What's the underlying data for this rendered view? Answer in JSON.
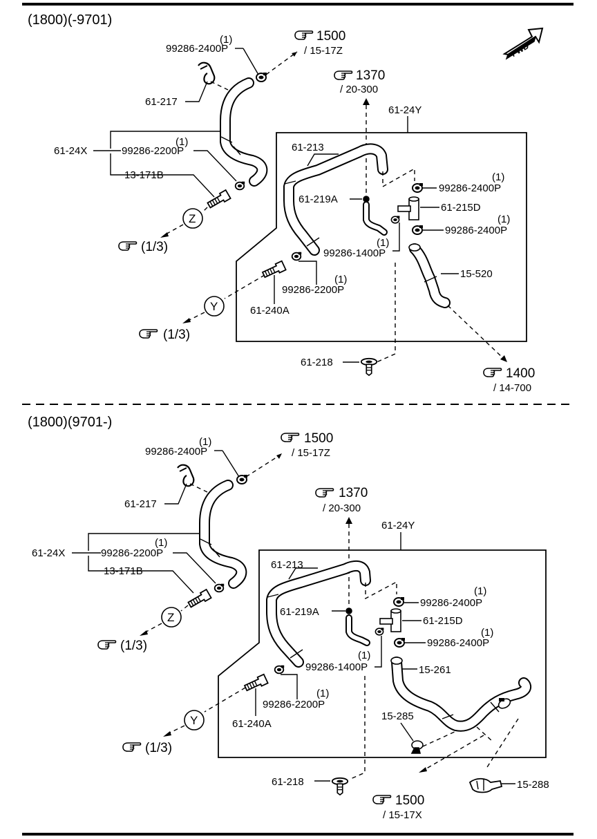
{
  "sections": [
    {
      "header": "(1800)(-9701)",
      "labels": {
        "clamp_top": "99286-2400P",
        "clamp_top_qty": "(1)",
        "bracket": "61-217",
        "hose_x": "61-24X",
        "clamp_x": "99286-2200P",
        "clamp_x_qty": "(1)",
        "fitting_x": "13-171B",
        "hose_y": "61-24Y",
        "hose_213": "61-213",
        "fitting_219a": "61-219A",
        "clamp_u1": "99286-2400P",
        "clamp_u1_qty": "(1)",
        "joint_215d": "61-215D",
        "clamp_u2": "99286-2400P",
        "clamp_u2_qty": "(1)",
        "clamp_14": "99286-1400P",
        "clamp_14_qty": "(1)",
        "clamp_22b": "99286-2200P",
        "clamp_22b_qty": "(1)",
        "fitting_240a": "61-240A",
        "hose_low": "15-520",
        "clip_218": "61-218"
      },
      "refs": {
        "ref_1500_num": "1500",
        "ref_1500_sub": "/ 15-17Z",
        "ref_1370_num": "1370",
        "ref_1370_sub": "/ 20-300",
        "ref_low_num": "1400",
        "ref_low_sub": "/ 14-700",
        "circle_z": "Z",
        "circle_y": "Y",
        "frac_z": "(1/3)",
        "frac_y": "(1/3)"
      },
      "fwd": "FWD"
    },
    {
      "header": "(1800)(9701-)",
      "labels": {
        "clamp_top": "99286-2400P",
        "clamp_top_qty": "(1)",
        "bracket": "61-217",
        "hose_x": "61-24X",
        "clamp_x": "99286-2200P",
        "clamp_x_qty": "(1)",
        "fitting_x": "13-171B",
        "hose_y": "61-24Y",
        "hose_213": "61-213",
        "fitting_219a": "61-219A",
        "clamp_u1": "99286-2400P",
        "clamp_u1_qty": "(1)",
        "joint_215d": "61-215D",
        "clamp_u2": "99286-2400P",
        "clamp_u2_qty": "(1)",
        "clamp_14": "99286-1400P",
        "clamp_14_qty": "(1)",
        "clamp_22b": "99286-2200P",
        "clamp_22b_qty": "(1)",
        "fitting_240a": "61-240A",
        "hose_low": "15-261",
        "clip_285": "15-285",
        "clip_288": "15-288",
        "clip_218": "61-218"
      },
      "refs": {
        "ref_1500_num": "1500",
        "ref_1500_sub": "/ 15-17Z",
        "ref_1370_num": "1370",
        "ref_1370_sub": "/ 20-300",
        "ref_low_num": "1500",
        "ref_low_sub": "/ 15-17X",
        "circle_z": "Z",
        "circle_y": "Y",
        "frac_z": "(1/3)",
        "frac_y": "(1/3)"
      }
    }
  ]
}
